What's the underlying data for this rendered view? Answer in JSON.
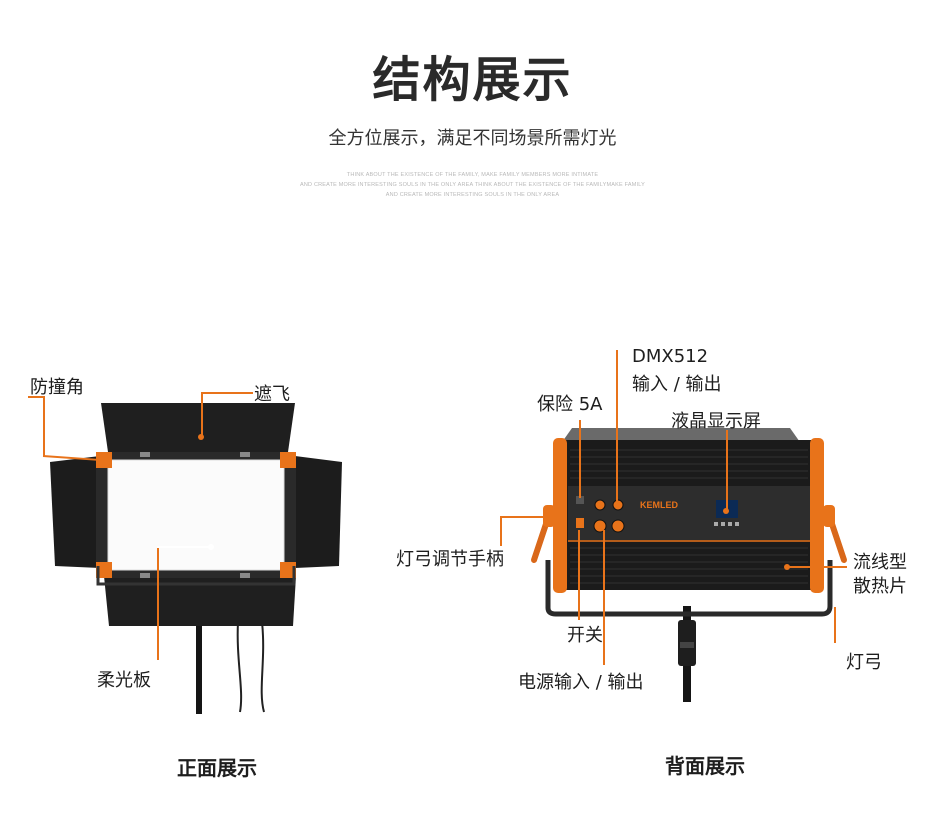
{
  "header": {
    "title": "结构展示",
    "subtitle": "全方位展示，满足不同场景所需灯光",
    "english_lines": [
      "THINK ABOUT THE EXISTENCE OF THE FAMILY, MAKE FAMILY MEMBERS MORE INTIMATE",
      "AND CREATE MORE INTERESTING SOULS IN THE ONLY AREA THINK ABOUT THE EXISTENCE OF THE FAMILYMAKE FAMILY",
      "AND CREATE MORE INTERESTING SOULS IN THE ONLY AREA"
    ]
  },
  "front": {
    "caption": "正面展示",
    "labels": {
      "corner_guard": "防撞角",
      "barn_door": "遮飞",
      "diffuser": "柔光板"
    }
  },
  "back": {
    "caption": "背面展示",
    "brand": "KEMLED",
    "labels": {
      "dmx_line1": "DMX512",
      "dmx_line2": "输入 / 输出",
      "fuse": "保险 5A",
      "lcd": "液晶显示屏",
      "handle": "灯弓调节手柄",
      "heatsink_line1": "流线型",
      "heatsink_line2": "散热片",
      "switch": "开关",
      "yoke": "灯弓",
      "power": "电源输入 / 输出"
    }
  },
  "colors": {
    "accent": "#e8731a",
    "panel_dark": "#1c1c1c",
    "text": "#1e1e1e"
  }
}
